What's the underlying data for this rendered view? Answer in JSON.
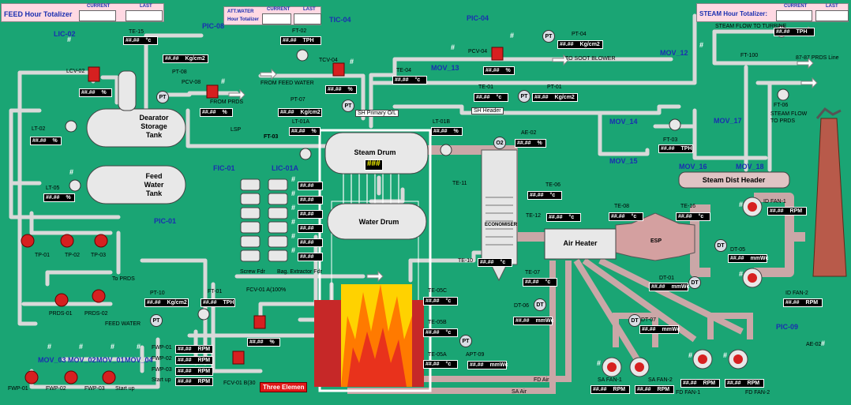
{
  "feed_totalizer": {
    "title": "FEED Hour Totalizer",
    "current": "CURRENT",
    "last": "LAST"
  },
  "att_totalizer": {
    "title1": "ATT.WATER",
    "title2": "Hour Totalizer",
    "current": "CURRENT",
    "last": "LAST"
  },
  "steam_totalizer": {
    "title": "STEAM Hour Totalizer:",
    "current": "CURRENT",
    "last": "LAST"
  },
  "tags": {
    "lic02": "LIC-02",
    "te15": "TE-15",
    "pic08": "PIC-08",
    "ft02": "FT-02",
    "tic04": "TIC-04",
    "pic04": "PIC-04",
    "pt04": "PT-04",
    "lcv02": "LCV-02",
    "pt08": "PT-08",
    "pcv08": "PCV-08",
    "tcv04": "TCV-04",
    "pcv04": "PCV-04",
    "mov13": "MOV_13",
    "mov12": "MOV_12",
    "ft100": "FT-100",
    "te04": "TE-04",
    "pt07": "PT-07",
    "te01": "TE-01",
    "pt01": "PT-01",
    "lt02": "LT-02",
    "lsp": "LSP",
    "ft03": "FT-03",
    "lt01a": "LT-01A",
    "lt01b": "LT-01B",
    "ae02": "AE-02",
    "mov14": "MOV_14",
    "mov15": "MOV_15",
    "mov16": "MOV_16",
    "mov17": "MOV_17",
    "mov18": "MOV_18",
    "ft03b": "FT-03",
    "ft06": "FT-06",
    "fic01": "FIC-01",
    "lic01a": "LIC-01A",
    "lt05": "LT-05",
    "te11": "TE-11",
    "te06": "TE-06",
    "pic01": "PIC-01",
    "te12": "TE-12",
    "te08": "TE-08",
    "te16": "TE-16",
    "te10": "TE-10",
    "te07": "TE-07",
    "pt10": "PT-10",
    "ft01": "FT-01",
    "fcv01a": "FCV-01 A(100%",
    "te05c": "TE-05C",
    "te05b": "TE-05B",
    "te05a": "TE-05A",
    "apt09": "APT-09",
    "dt06": "DT-06",
    "dt07": "DT-07",
    "dt01": "DT-01",
    "dt05": "DT-05",
    "pic09": "PIC-09",
    "ae02b": "AE-02",
    "fcv01b": "FCV-01 B(30",
    "mov03": "MOV_03",
    "mov02": "MOV_02",
    "mov01": "MOV_01",
    "mov04": "MOV_04"
  },
  "units": {
    "c": "°c",
    "tph": "TPH",
    "kg": "Kg/cm2",
    "pct": "%",
    "rpm": "RPM",
    "mmwc": "mmWc"
  },
  "val": "##.##",
  "val3": "###",
  "labels": {
    "dearator": [
      "Dearator",
      "Storage",
      "Tank"
    ],
    "feed_water_tank": [
      "Feed",
      "Water",
      "Tank"
    ],
    "steam_drum": "Steam Drum",
    "water_drum": "Water Drum",
    "economiser": "ECONOMISER",
    "air_heater": "Air Heater",
    "esp": "ESP",
    "steam_dist_header": "Steam Dist Header",
    "sh_primary": "SH Primary O/L",
    "sh_header": "SH Header",
    "from_feed_water": "FROM FEED WATER",
    "from_prds": "FROM PRDS",
    "to_soot_blower": "TO SOOT BLOWER",
    "steam_flow_turbine": "STEAM FLOW TO TURBINE",
    "prd_line": "87-87 PRDS Line",
    "steam_flow_prds": [
      "STEAM FLOW",
      "TO PRDS"
    ],
    "screw_fdr": "Screw Fdr",
    "bag_extractor": "Bag. Extractor Fdr",
    "to_prds": "To PRDS",
    "prds01": "PRDS-01",
    "prds02": "PRDS-02",
    "feed_water": "FEED WATER",
    "fd_air": "FD Air",
    "sa_air": "SA Air",
    "tp01": "TP-01",
    "tp02": "TP-02",
    "tp03": "TP-03",
    "fwp01": "FWP-01",
    "fwp02": "FWP-02",
    "fwp03": "FWP-03",
    "start_up": "Start up",
    "id_fan1": "ID FAN-1",
    "id_fan2": "ID FAN-2",
    "sa_fan1": "SA FAN-1",
    "sa_fan2": "SA FAN-2",
    "fd_fan1": "FD FAN-1",
    "fd_fan2": "FD FAN-2",
    "three_element": "Three Elemen",
    "pt": "PT",
    "dt": "DT",
    "o2": "O2",
    "hash": "#",
    "a": "A"
  },
  "colors": {
    "bg": "#1aa574",
    "pipe": "#dcdcdc",
    "flue": "#c9a0a0",
    "alarm": "#e01818"
  }
}
